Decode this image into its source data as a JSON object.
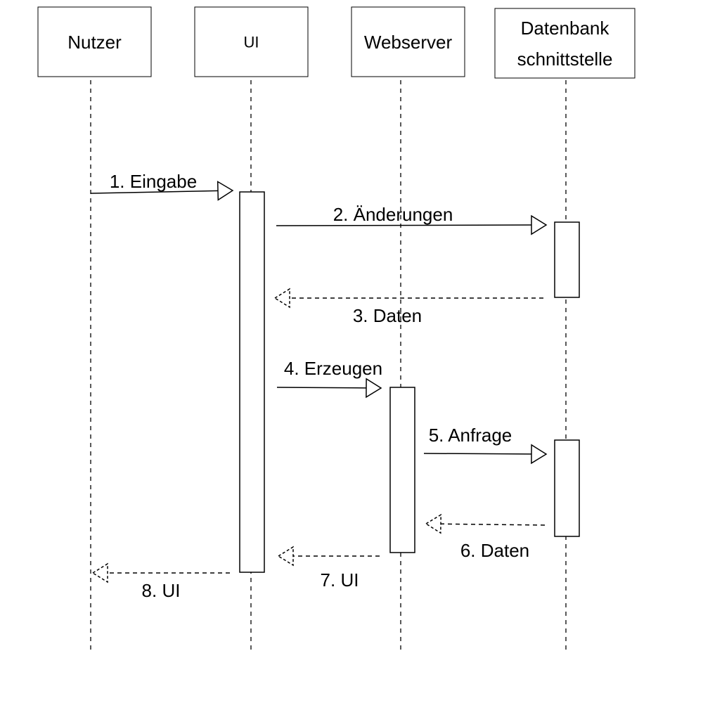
{
  "participants": [
    {
      "id": "nutzer",
      "lines": [
        "Nutzer"
      ]
    },
    {
      "id": "ui",
      "lines": [
        "UI"
      ]
    },
    {
      "id": "webserver",
      "lines": [
        "Webserver"
      ]
    },
    {
      "id": "datenbank",
      "lines": [
        "Datenbank",
        "schnittstelle"
      ]
    }
  ],
  "messages": [
    {
      "id": "m1",
      "label": "1. Eingabe",
      "from": "nutzer",
      "to": "ui",
      "type": "sync"
    },
    {
      "id": "m2",
      "label": "2. Änderungen",
      "from": "ui",
      "to": "datenbank",
      "type": "sync"
    },
    {
      "id": "m3",
      "label": "3. Daten",
      "from": "datenbank",
      "to": "ui",
      "type": "return"
    },
    {
      "id": "m4",
      "label": "4. Erzeugen",
      "from": "ui",
      "to": "webserver",
      "type": "sync"
    },
    {
      "id": "m5",
      "label": "5. Anfrage",
      "from": "webserver",
      "to": "datenbank",
      "type": "sync"
    },
    {
      "id": "m6",
      "label": "6. Daten",
      "from": "datenbank",
      "to": "webserver",
      "type": "return"
    },
    {
      "id": "m7",
      "label": "7. UI",
      "from": "webserver",
      "to": "ui",
      "type": "return"
    },
    {
      "id": "m8",
      "label": "8. UI",
      "from": "ui",
      "to": "nutzer",
      "type": "return"
    }
  ],
  "colors": {
    "line": "#000000",
    "background": "#ffffff"
  }
}
